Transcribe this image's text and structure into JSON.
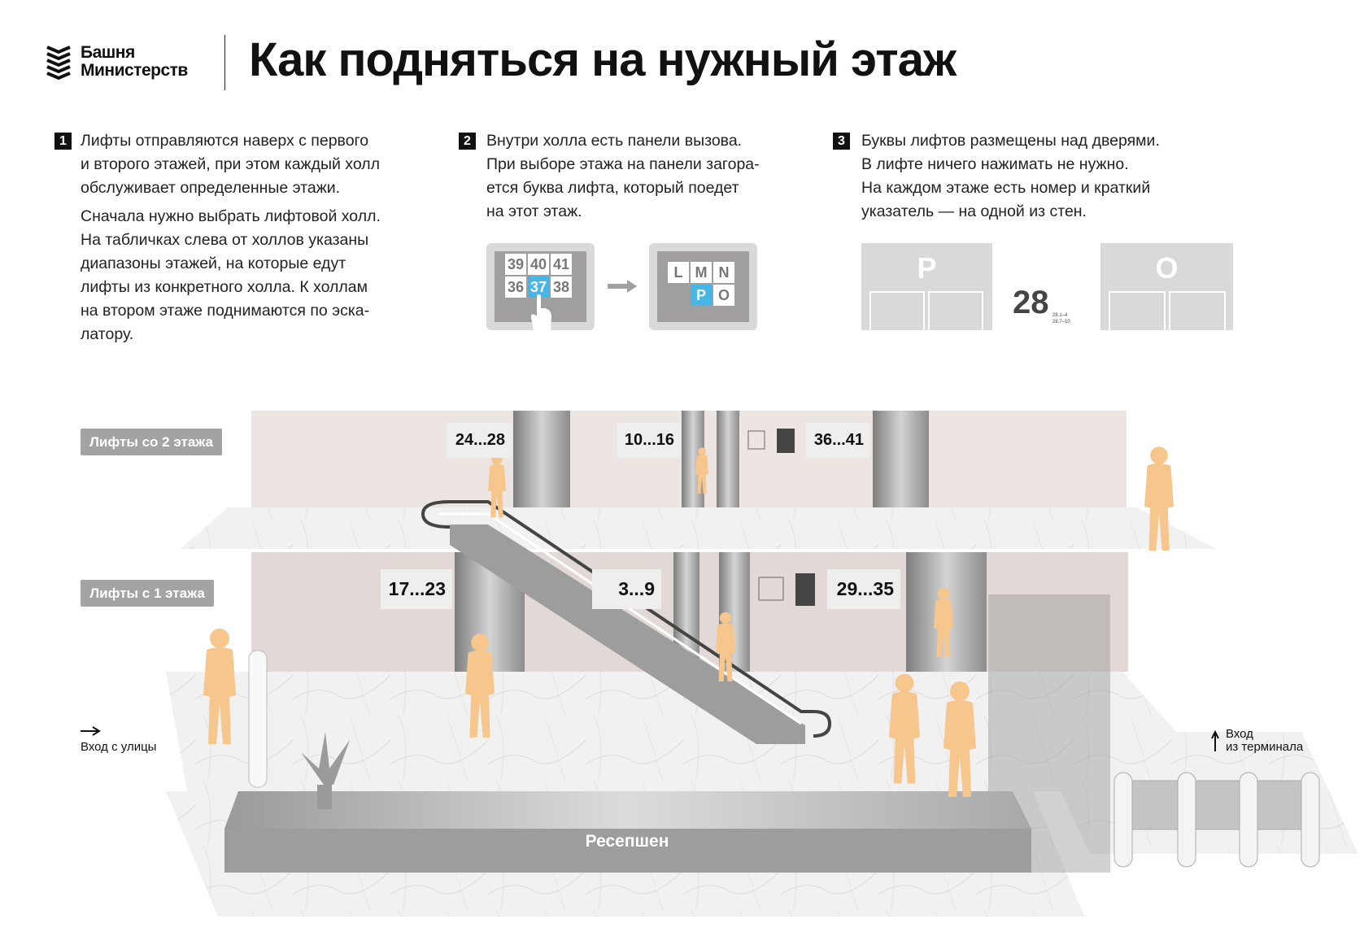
{
  "header": {
    "logo_lines": [
      "Башня",
      "Министерств"
    ],
    "title": "Как подняться на нужный этаж"
  },
  "steps": [
    {
      "number": "1",
      "paragraphs": [
        [
          "Лифты отправляются наверх с первого",
          "и второго этажей, при этом каждый холл",
          "обслуживает определенные этажи."
        ],
        [
          "Сначала нужно выбрать лифтовой холл.",
          "На табличках слева от холлов указаны",
          "диапазоны этажей, на которые едут",
          "лифты из конкретного холла. К холлам",
          "на втором этаже поднимаются по эска-",
          "латору."
        ]
      ]
    },
    {
      "number": "2",
      "paragraphs": [
        [
          "Внутри холла есть панели вызова.",
          "При выборе этажа на панели загора-",
          "ется буква лифта, который поедет",
          "на этот этаж."
        ]
      ]
    },
    {
      "number": "3",
      "paragraphs": [
        [
          "Буквы лифтов размещены над дверями.",
          "В лифте ничего нажимать не нужно.",
          "На каждом этаже есть номер и краткий",
          "указатель — на одной из стен."
        ]
      ]
    }
  ],
  "call_panel": {
    "keys": [
      "39",
      "40",
      "41",
      "36",
      "37",
      "38"
    ],
    "selected": "37"
  },
  "result_panel": {
    "letters": [
      "L",
      "M",
      "N",
      "P",
      "O"
    ],
    "lit": "P"
  },
  "door_signs": {
    "left_letter": "P",
    "right_letter": "O",
    "floor_number": "28",
    "directions": [
      "28.1–4",
      "28.7–10"
    ]
  },
  "diagram": {
    "floor2_label": "Лифты со 2 этажа",
    "floor1_label": "Лифты с 1 этажа",
    "floor2_ranges": [
      "24...28",
      "10...16",
      "36...41"
    ],
    "floor1_ranges": [
      "17...23",
      "3...9",
      "29...35"
    ],
    "street_entry": "Вход с улицы",
    "terminal_entry": [
      "Вход",
      "из терминала"
    ],
    "reception": "Ресепшен"
  },
  "colors": {
    "accent_blue": "#45b6e6",
    "figure_orange": "#f6c68d",
    "wall_upper": "#ede5e1",
    "wall_lower": "#e2d8d6"
  }
}
